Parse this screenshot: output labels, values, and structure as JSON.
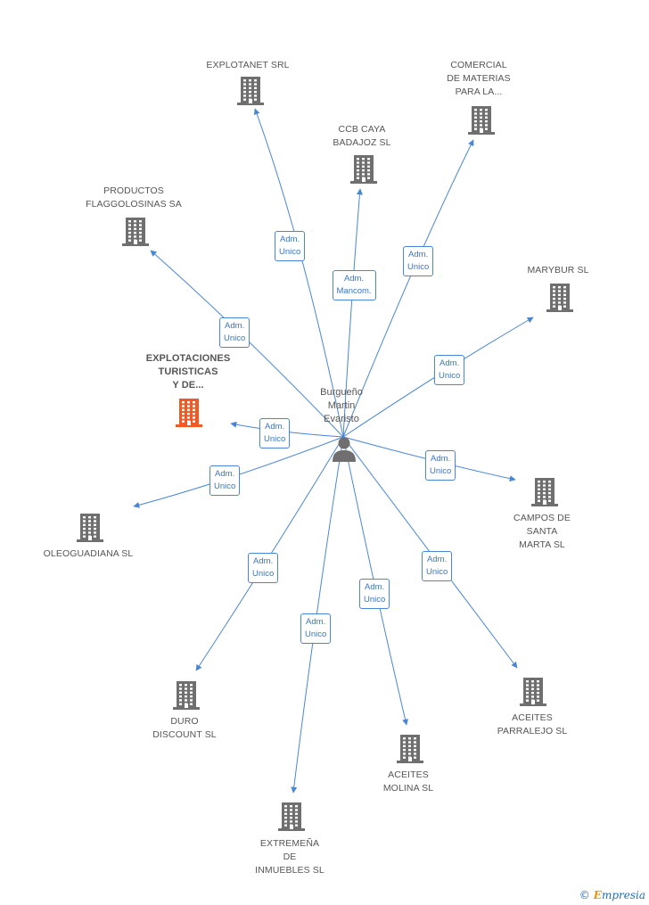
{
  "colors": {
    "edge": "#4a86d8",
    "building": "#6f6f6f",
    "highlight": "#f15a24",
    "person": "#6f6f6f"
  },
  "center": {
    "name": "Burgueño\nMartin\nEvaristo",
    "icon": "person-icon"
  },
  "nodes": [
    {
      "id": "explotanet",
      "label": "EXPLOTANET SRL",
      "highlight": false
    },
    {
      "id": "comercial",
      "label": "COMERCIAL\nDE MATERIAS\nPARA LA...",
      "highlight": false
    },
    {
      "id": "ccb",
      "label": "CCB CAYA\nBADAJOZ SL",
      "highlight": false
    },
    {
      "id": "productos",
      "label": "PRODUCTOS\nFLAGGOLOSINAS SA",
      "highlight": false
    },
    {
      "id": "marybur",
      "label": "MARYBUR SL",
      "highlight": false
    },
    {
      "id": "explotaciones",
      "label": "EXPLOTACIONES\nTURISTICAS\nY DE...",
      "highlight": true
    },
    {
      "id": "campos",
      "label": "CAMPOS DE\nSANTA\nMARTA SL",
      "highlight": false
    },
    {
      "id": "oleoguadiana",
      "label": "OLEOGUADIANA SL",
      "highlight": false
    },
    {
      "id": "duro",
      "label": "DURO\nDISCOUNT SL",
      "highlight": false
    },
    {
      "id": "aceites_parralejo",
      "label": "ACEITES\nPARRALEJO SL",
      "highlight": false
    },
    {
      "id": "aceites_molina",
      "label": "ACEITES\nMOLINA SL",
      "highlight": false
    },
    {
      "id": "extremena",
      "label": "EXTREMEÑA\nDE\nINMUEBLES SL",
      "highlight": false
    }
  ],
  "edges": [
    {
      "to": "explotanet",
      "role": "Adm.\nUnico"
    },
    {
      "to": "comercial",
      "role": "Adm.\nUnico"
    },
    {
      "to": "ccb",
      "role": "Adm.\nMancom."
    },
    {
      "to": "productos",
      "role": "Adm.\nUnico"
    },
    {
      "to": "marybur",
      "role": "Adm.\nUnico"
    },
    {
      "to": "explotaciones",
      "role": "Adm.\nUnico"
    },
    {
      "to": "campos",
      "role": "Adm.\nUnico"
    },
    {
      "to": "oleoguadiana",
      "role": "Adm.\nUnico"
    },
    {
      "to": "duro",
      "role": "Adm.\nUnico"
    },
    {
      "to": "aceites_parralejo",
      "role": "Adm.\nUnico"
    },
    {
      "to": "aceites_molina",
      "role": "Adm.\nUnico"
    },
    {
      "to": "extremena",
      "role": "Adm.\nUnico"
    }
  ],
  "footer": {
    "copyright": "©",
    "brand_first": "E",
    "brand_rest": "mpresia"
  }
}
